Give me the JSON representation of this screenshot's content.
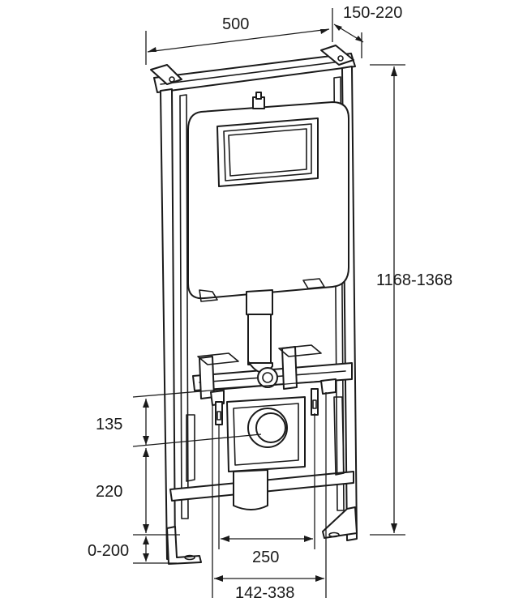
{
  "diagram": {
    "colors": {
      "line": "#1a1a1a",
      "background": "#ffffff"
    },
    "dimensions": {
      "width": "500",
      "depth": "150-220",
      "height": "1168-1368",
      "drain_axis_to_supports": "135",
      "drain_axis_height": "220",
      "foot_adjustment": "0-200",
      "support_spacing": "250",
      "support_spacing_range": "142-338"
    }
  }
}
